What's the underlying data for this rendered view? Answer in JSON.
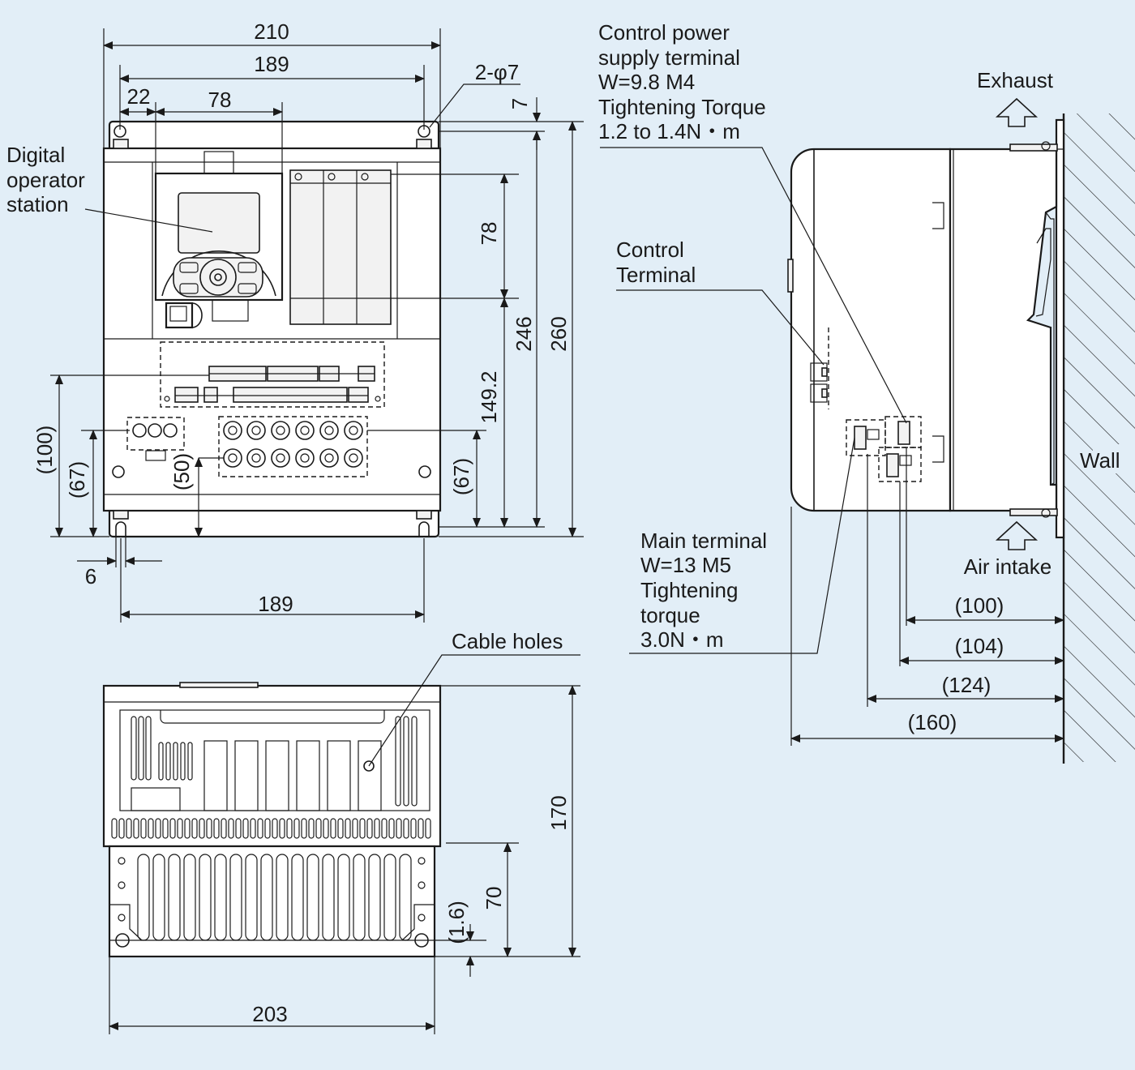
{
  "front_view": {
    "dims": {
      "width_total": "210",
      "hole_pitch_top": "189",
      "offset_22": "22",
      "operator_width": "78",
      "hole_spec": "2-φ7",
      "top_margin": "7",
      "terminal_height": "78",
      "height_246": "246",
      "height_260": "260",
      "height_149": "149.2",
      "left_100": "(100)",
      "left_67": "(67)",
      "mid_50": "(50)",
      "right_67": "(67)",
      "slot_6": "6",
      "hole_pitch_bottom": "189"
    },
    "labels": {
      "digital_operator": [
        "Digital",
        "operator",
        "station"
      ]
    }
  },
  "bottom_view": {
    "dims": {
      "width_203": "203",
      "depth_170": "170",
      "depth_70": "70",
      "offset_16": "(1.6)"
    },
    "labels": {
      "cable_holes": "Cable holes"
    }
  },
  "side_view": {
    "dims": {
      "d100": "(100)",
      "d104": "(104)",
      "d124": "(124)",
      "d160": "(160)"
    },
    "labels": {
      "control_power": [
        "Control power",
        "supply terminal",
        "W=9.8 M4",
        "Tightening Torque",
        "1.2 to 1.4N・m"
      ],
      "control_terminal": [
        "Control",
        "Terminal"
      ],
      "main_terminal": [
        "Main terminal",
        "W=13 M5",
        "Tightening",
        "torque",
        "3.0N・m"
      ],
      "exhaust": "Exhaust",
      "air_intake": "Air intake",
      "wall": "Wall"
    }
  }
}
